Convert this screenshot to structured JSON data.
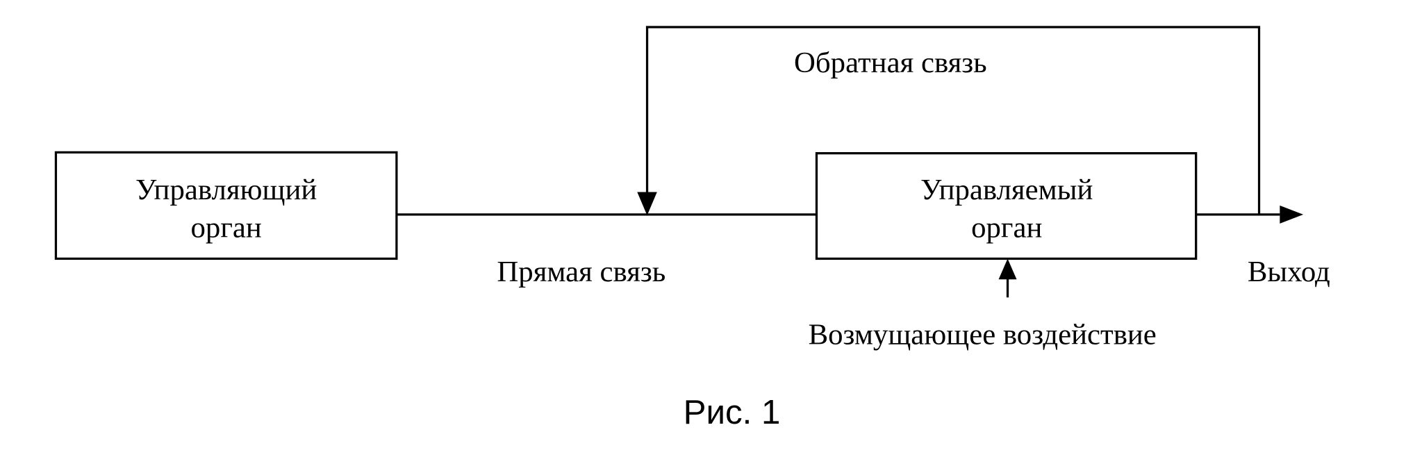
{
  "blocks": {
    "controller": {
      "line1": "Управляющий",
      "line2": "орган"
    },
    "controlled": {
      "line1": "Управляемый",
      "line2": "орган"
    }
  },
  "labels": {
    "feedback": "Обратная связь",
    "forward": "Прямая связь",
    "output": "Выход",
    "disturbance": "Возмущающее воздействие"
  },
  "caption": "Рис. 1",
  "colors": {
    "stroke": "#000000",
    "background": "#ffffff"
  }
}
